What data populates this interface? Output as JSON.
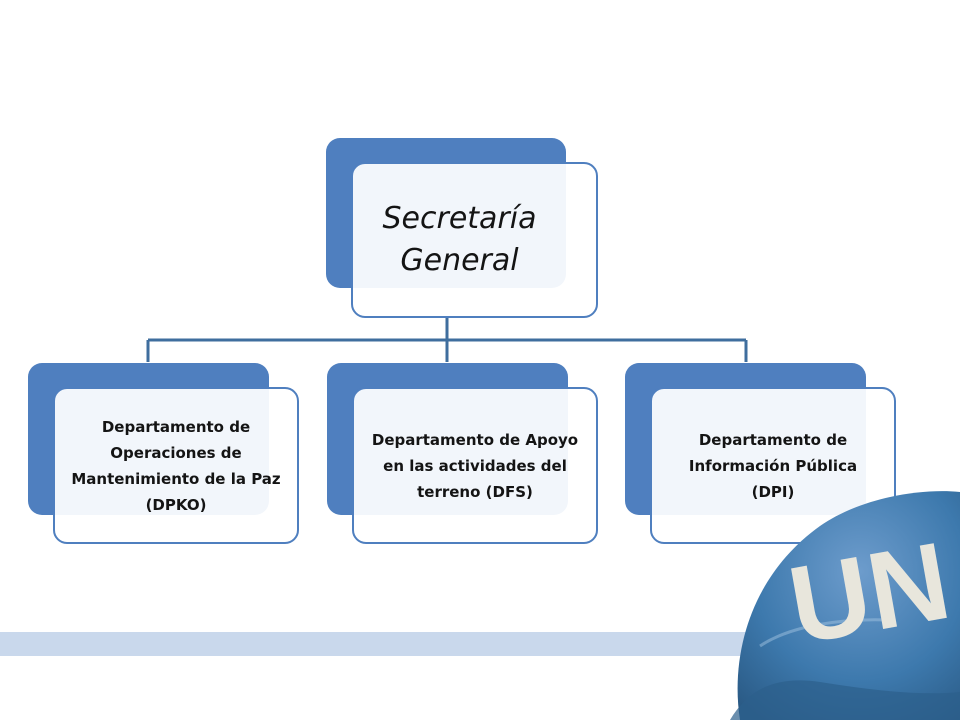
{
  "diagram": {
    "root": {
      "label": "Secretaría General"
    },
    "children": [
      {
        "label": "Departamento de Operaciones de Mantenimiento de la Paz (DPKO)"
      },
      {
        "label": "Departamento de Apoyo en las actividades del terreno (DFS)"
      },
      {
        "label": "Departamento de Información Pública (DPI)"
      }
    ]
  },
  "decoration": {
    "helmet_text": "UN",
    "colors": {
      "accent": "#4f7fbf",
      "band": "#c9d8ec",
      "helmet": "#3d79ad"
    }
  }
}
